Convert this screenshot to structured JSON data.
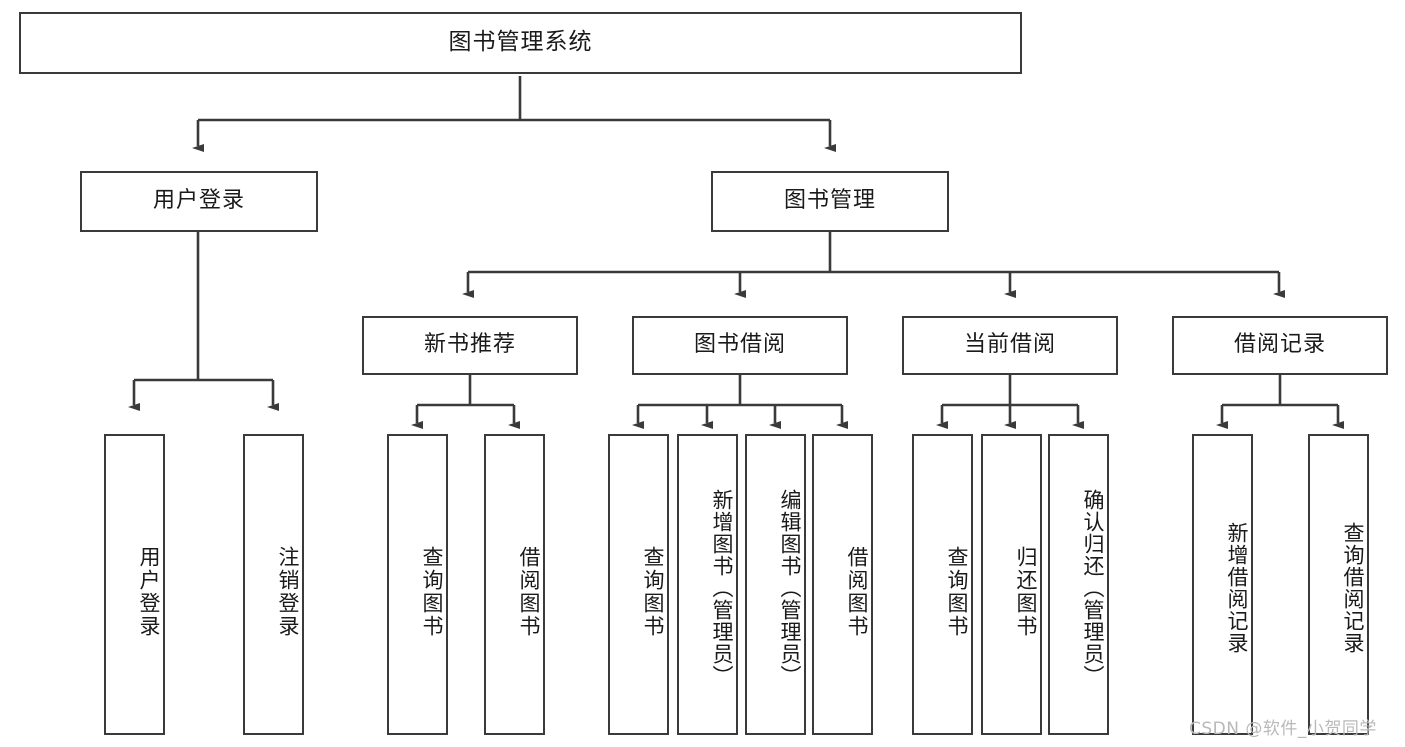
{
  "diagram": {
    "type": "tree-hierarchy-diagram",
    "title": "图书管理系统",
    "stroke_color": "#3a3a3a",
    "background_color": "#ffffff",
    "text_color": "#1a1a1a",
    "root": {
      "label": "图书管理系统"
    },
    "level2": [
      {
        "label": "用户登录"
      },
      {
        "label": "图书管理"
      }
    ],
    "level3": [
      {
        "label": "新书推荐"
      },
      {
        "label": "图书借阅"
      },
      {
        "label": "当前借阅"
      },
      {
        "label": "借阅记录"
      }
    ],
    "leaves": {
      "user_login": [
        {
          "label": "用户登录"
        },
        {
          "label": "注销登录"
        }
      ],
      "new_book_recommend": [
        {
          "label": "查询图书"
        },
        {
          "label": "借阅图书"
        }
      ],
      "book_borrow": [
        {
          "label": "查询图书"
        },
        {
          "label": "新增图书（管理员）"
        },
        {
          "label": "编辑图书（管理员）"
        },
        {
          "label": "借阅图书"
        }
      ],
      "current_borrow": [
        {
          "label": "查询图书"
        },
        {
          "label": "归还图书"
        },
        {
          "label": "确认归还（管理员）"
        }
      ],
      "borrow_record": [
        {
          "label": "新增借阅记录"
        },
        {
          "label": "查询借阅记录"
        }
      ]
    }
  },
  "watermark": {
    "text": "CSDN @软件_小贺同学"
  }
}
